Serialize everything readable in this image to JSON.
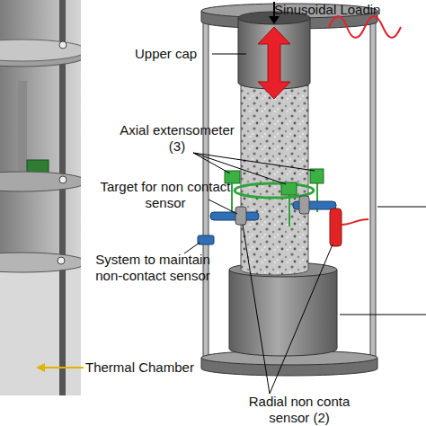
{
  "diagram": {
    "labels": [
      "Sinusoidal Loadin",
      "Upper cap",
      "Axial extensometer (3)",
      "Target for non contact sensor",
      "System to maintain non-contact sensor",
      "Thermal Chamber",
      "Radial non conta sensor (2)"
    ]
  }
}
